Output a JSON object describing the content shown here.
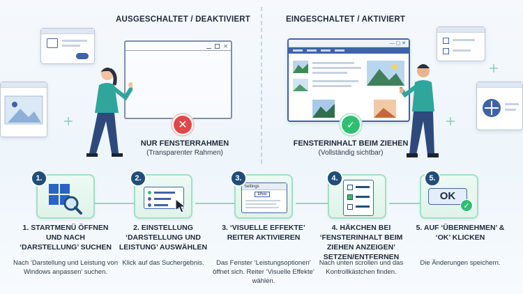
{
  "header": {
    "left_title": "AUSGESCHALTET / DEAKTIVIERT",
    "right_title": "EINGESCHALTET / AKTIVIERT"
  },
  "comparison": {
    "off": {
      "caption": "NUR FENSTERRAHMEN",
      "subcaption": "(Transparenter Rahmen)",
      "badge": "close-icon"
    },
    "on": {
      "caption": "FENSTERINHALT BEIM ZIEHEN",
      "subcaption": "(Vollständig sichtbar)",
      "badge": "check-icon"
    }
  },
  "mini_window": {
    "title": "Settings",
    "tab": "Effekt"
  },
  "ok_button": {
    "label": "OK"
  },
  "steps": [
    {
      "number": "1.",
      "title": "1. Startmenü öffnen und nach ‘Darstellung’ suchen",
      "description": "Nach ‘Darstellung und Leistung von Windows anpassen’ suchen.",
      "icon": "windows-search-icon"
    },
    {
      "number": "2.",
      "title": "2. Einstellung ‘Darstellung und Leistung’ auswählen",
      "description": "Klick auf das Suchergebnis.",
      "icon": "cursor-list-icon"
    },
    {
      "number": "3.",
      "title": "3. ‘Visuelle Effekte’ Reiter aktivieren",
      "description": "Das Fenster ‘Leistungsoptionen’ öffnet sich. Reiter ‘Visuelle Effekte’ wählen.",
      "icon": "settings-window-icon"
    },
    {
      "number": "4.",
      "title": "4. Häkchen bei ‘Fensterinhalt beim Ziehen anzeigen’ setzen/entfernen",
      "description": "Nach unten scrollen und das Kontrollkästchen finden.",
      "icon": "checklist-icon"
    },
    {
      "number": "5.",
      "title": "5. Auf ‘Übernehmen’ & ‘OK’ klicken",
      "description": "Die Änderungen speichern.",
      "icon": "ok-button-icon"
    }
  ],
  "colors": {
    "accent_green": "#2fbf71",
    "error_red": "#e04848",
    "navy": "#1f4e79",
    "frame_blue": "#3f63a8"
  }
}
